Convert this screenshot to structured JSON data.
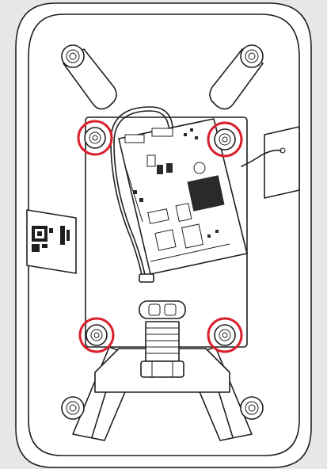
{
  "diagram": {
    "subject": "enclosure-base-with-circuit-board",
    "colors": {
      "background": "#e6e7e9",
      "line": "#1f1f1f",
      "panel": "#ffffff",
      "highlight": "#d9202c"
    },
    "highlighted_screws": [
      {
        "position": "top-left"
      },
      {
        "position": "top-right"
      },
      {
        "position": "bottom-left"
      },
      {
        "position": "bottom-right"
      }
    ],
    "icons": [
      "screw-boss-icon",
      "qr-code-icon",
      "cable-gland-icon",
      "antenna-icon"
    ]
  }
}
